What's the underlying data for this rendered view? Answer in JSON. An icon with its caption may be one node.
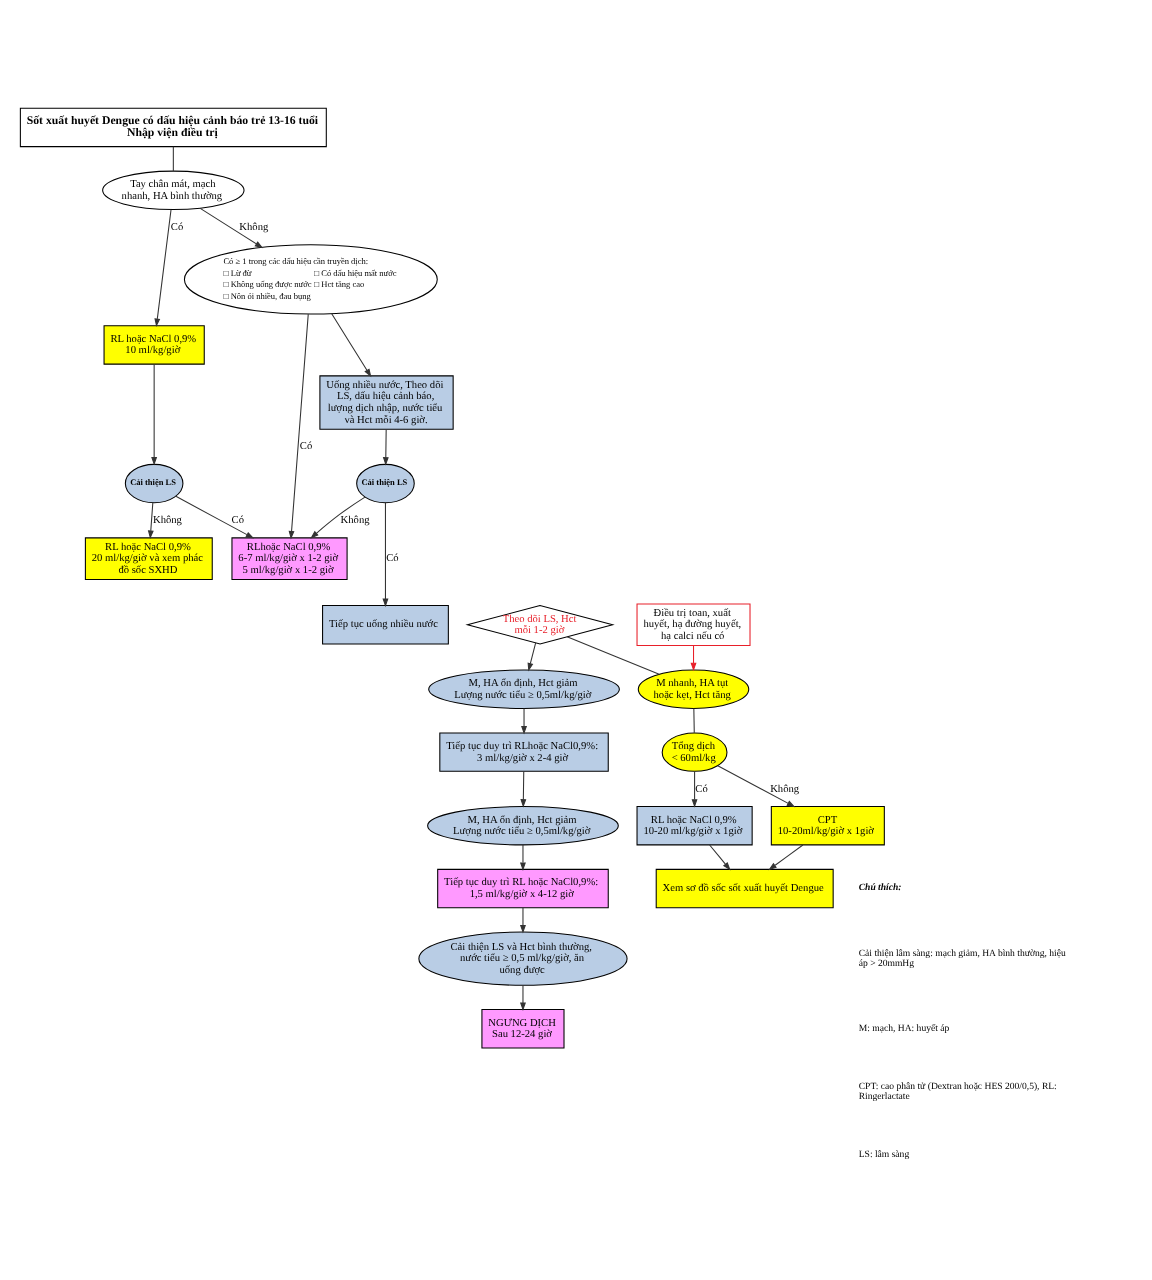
{
  "diagram": {
    "nodes": [
      {
        "text": [
          "Sốt xuất huyết Dengue có dấu hiệu cảnh báo trẻ 13-16 tuổi",
          "Nhập viện điều trị"
        ]
      },
      {
        "text": [
          "RL hoặc NaCl 0,9% 10 ml/kg/giờ"
        ]
      },
      {
        "text": [
          "Tay chân mát, mạch nhanh, HA bình thường"
        ]
      },
      {
        "text": [
          "Cải thiện LS"
        ]
      },
      {
        "text": [
          "Có ≥ 1 trong các dấu hiệu cần truyền dịch:",
          "□ Lừ đừ",
          "□ Có dấu hiệu mất nước",
          "□ Không uống được nước",
          "□ Hct tăng cao",
          "□ Nôn ói nhiều, đau bụng"
        ]
      },
      {
        "text": [
          "Uống nhiều nước, Theo dõi LS, dấu hiệu cảnh báo, lượng dịch nhập, nước tiểu và Hct mỗi 4-6 giờ."
        ]
      },
      {
        "text": [
          "RL hoặc NaCl 0,9% 20 ml/kg/giờ và xem phác đồ sốc SXHD"
        ]
      },
      {
        "text": [
          "RLhoặc NaCl 0,9% 6-7 ml/kg/giờ x 1-2 giờ 5 ml/kg/giờ x 1-2 giờ"
        ]
      },
      {
        "text": [
          "Cải thiện LS"
        ]
      },
      {
        "text": [
          "Tiếp tục uống nhiều nước"
        ]
      },
      {
        "text": [
          "Theo dõi LS, Hct mỗi 1-2 giờ"
        ]
      },
      {
        "text": [
          "M nhanh, HA tụt hoặc kẹt, Hct tăng"
        ]
      },
      {
        "text": [
          "Điều trị toan, xuất huyết, hạ đường huyết, hạ calci nếu có"
        ]
      },
      {
        "text": [
          "M, HA ổn định, Hct giảm Lượng nước tiểu ≥ 0,5ml/kg/giờ"
        ]
      },
      {
        "text": [
          "Tổng dịch < 60ml/kg"
        ]
      },
      {
        "text": [
          "Tiếp tục duy trì RLhoặc NaCl0,9%: 3 ml/kg/giờ x 2-4 giờ"
        ]
      },
      {
        "text": [
          "RL hoặc NaCl 0,9% 10-20 ml/kg/giờ x 1giờ"
        ]
      },
      {
        "text": [
          "CPT 10-20ml/kg/giờ x 1giờ"
        ]
      },
      {
        "text": [
          "M, HA ổn định, Hct giảm Lượng nước tiểu ≥ 0,5ml/kg/giờ"
        ]
      },
      {
        "text": [
          "Xem sơ đồ sốc sốt xuất huyết Dengue"
        ]
      },
      {
        "text": [
          "Tiếp tục duy trì RL hoặc NaCl0,9%: 1,5 ml/kg/giờ x 4-12 giờ"
        ]
      },
      {
        "text": [
          "Cải thiện LS và Hct bình thường, nước tiểu ≥ 0,5 ml/kg/giờ, ăn uống được"
        ]
      },
      {
        "text": [
          "NGƯNG DỊCH Sau 12-24 giờ"
        ]
      }
    ],
    "edges": [
      {
        "from": 0,
        "to": 2,
        "arrow": "none"
      },
      {
        "from": 2,
        "to": 1,
        "arrow": "to",
        "label": "Có"
      },
      {
        "from": 2,
        "to": 4,
        "arrow": "to",
        "label": "Không"
      },
      {
        "from": 1,
        "to": 3,
        "arrow": "to"
      },
      {
        "from": 3,
        "to": 6,
        "arrow": "to",
        "label": "Không"
      },
      {
        "from": 3,
        "to": 7,
        "arrow": "to",
        "label": "Có"
      },
      {
        "from": 4,
        "to": 7,
        "arrow": "to",
        "label": "Có"
      },
      {
        "from": 4,
        "to": 5,
        "arrow": "to"
      },
      {
        "from": 5,
        "to": 8,
        "arrow": "to"
      },
      {
        "from": 8,
        "to": 7,
        "arrow": "to",
        "label": "Không"
      },
      {
        "from": 8,
        "to": 9,
        "arrow": "to",
        "label": "Có"
      },
      {
        "from": 10,
        "to": 13,
        "arrow": "to"
      },
      {
        "from": 10,
        "to": 11,
        "arrow": "none"
      },
      {
        "from": 12,
        "to": 11,
        "arrow": "to",
        "color": "#e8202a"
      },
      {
        "from": 11,
        "to": 14,
        "arrow": "none"
      },
      {
        "from": 14,
        "to": 16,
        "arrow": "to",
        "label": "Có"
      },
      {
        "from": 14,
        "to": 17,
        "arrow": "to",
        "label": "Không"
      },
      {
        "from": 16,
        "to": 19,
        "arrow": "to"
      },
      {
        "from": 17,
        "to": 19,
        "arrow": "to"
      },
      {
        "from": 13,
        "to": 15,
        "arrow": "to"
      },
      {
        "from": 15,
        "to": 18,
        "arrow": "to"
      },
      {
        "from": 18,
        "to": 20,
        "arrow": "to"
      },
      {
        "from": 20,
        "to": 21,
        "arrow": "to"
      },
      {
        "from": 21,
        "to": 22,
        "arrow": "to"
      }
    ],
    "labels": [
      "Chú thích:",
      "Cải thiện lâm sàng: mạch giảm, HA bình thường, hiệu áp > 20mmHg",
      "M: mạch, HA: huyết áp",
      "CPT: cao phân tử (Dextran hoặc HES 200/0,5), RL: Ringerlactate",
      "LS: lâm sàng"
    ]
  }
}
